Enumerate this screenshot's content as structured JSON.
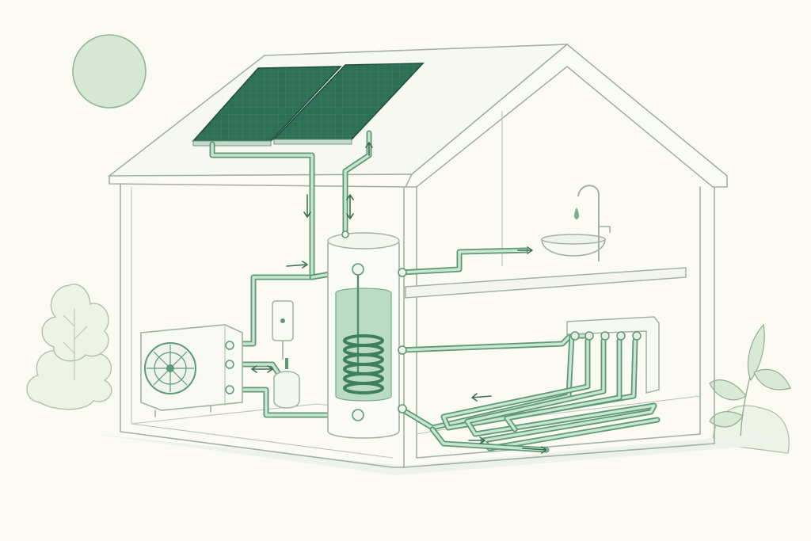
{
  "colors": {
    "background": "#fbfaf3",
    "outline": "#9fb3a0",
    "pipe": "#5f9a78",
    "pipe_fill": "#c8e6d2",
    "solar_panel": "#2e6f58",
    "sun": "#d5e8d2",
    "tank_water": "#b9dcc3"
  },
  "components": [
    "sun",
    "solar-thermal-panels",
    "heat-pump-outdoor-unit",
    "control-unit",
    "expansion-vessel",
    "hot-water-storage-tank",
    "heating-coil",
    "sink-faucet",
    "underfloor-manifold",
    "underfloor-heating-loops",
    "tree",
    "plant"
  ]
}
